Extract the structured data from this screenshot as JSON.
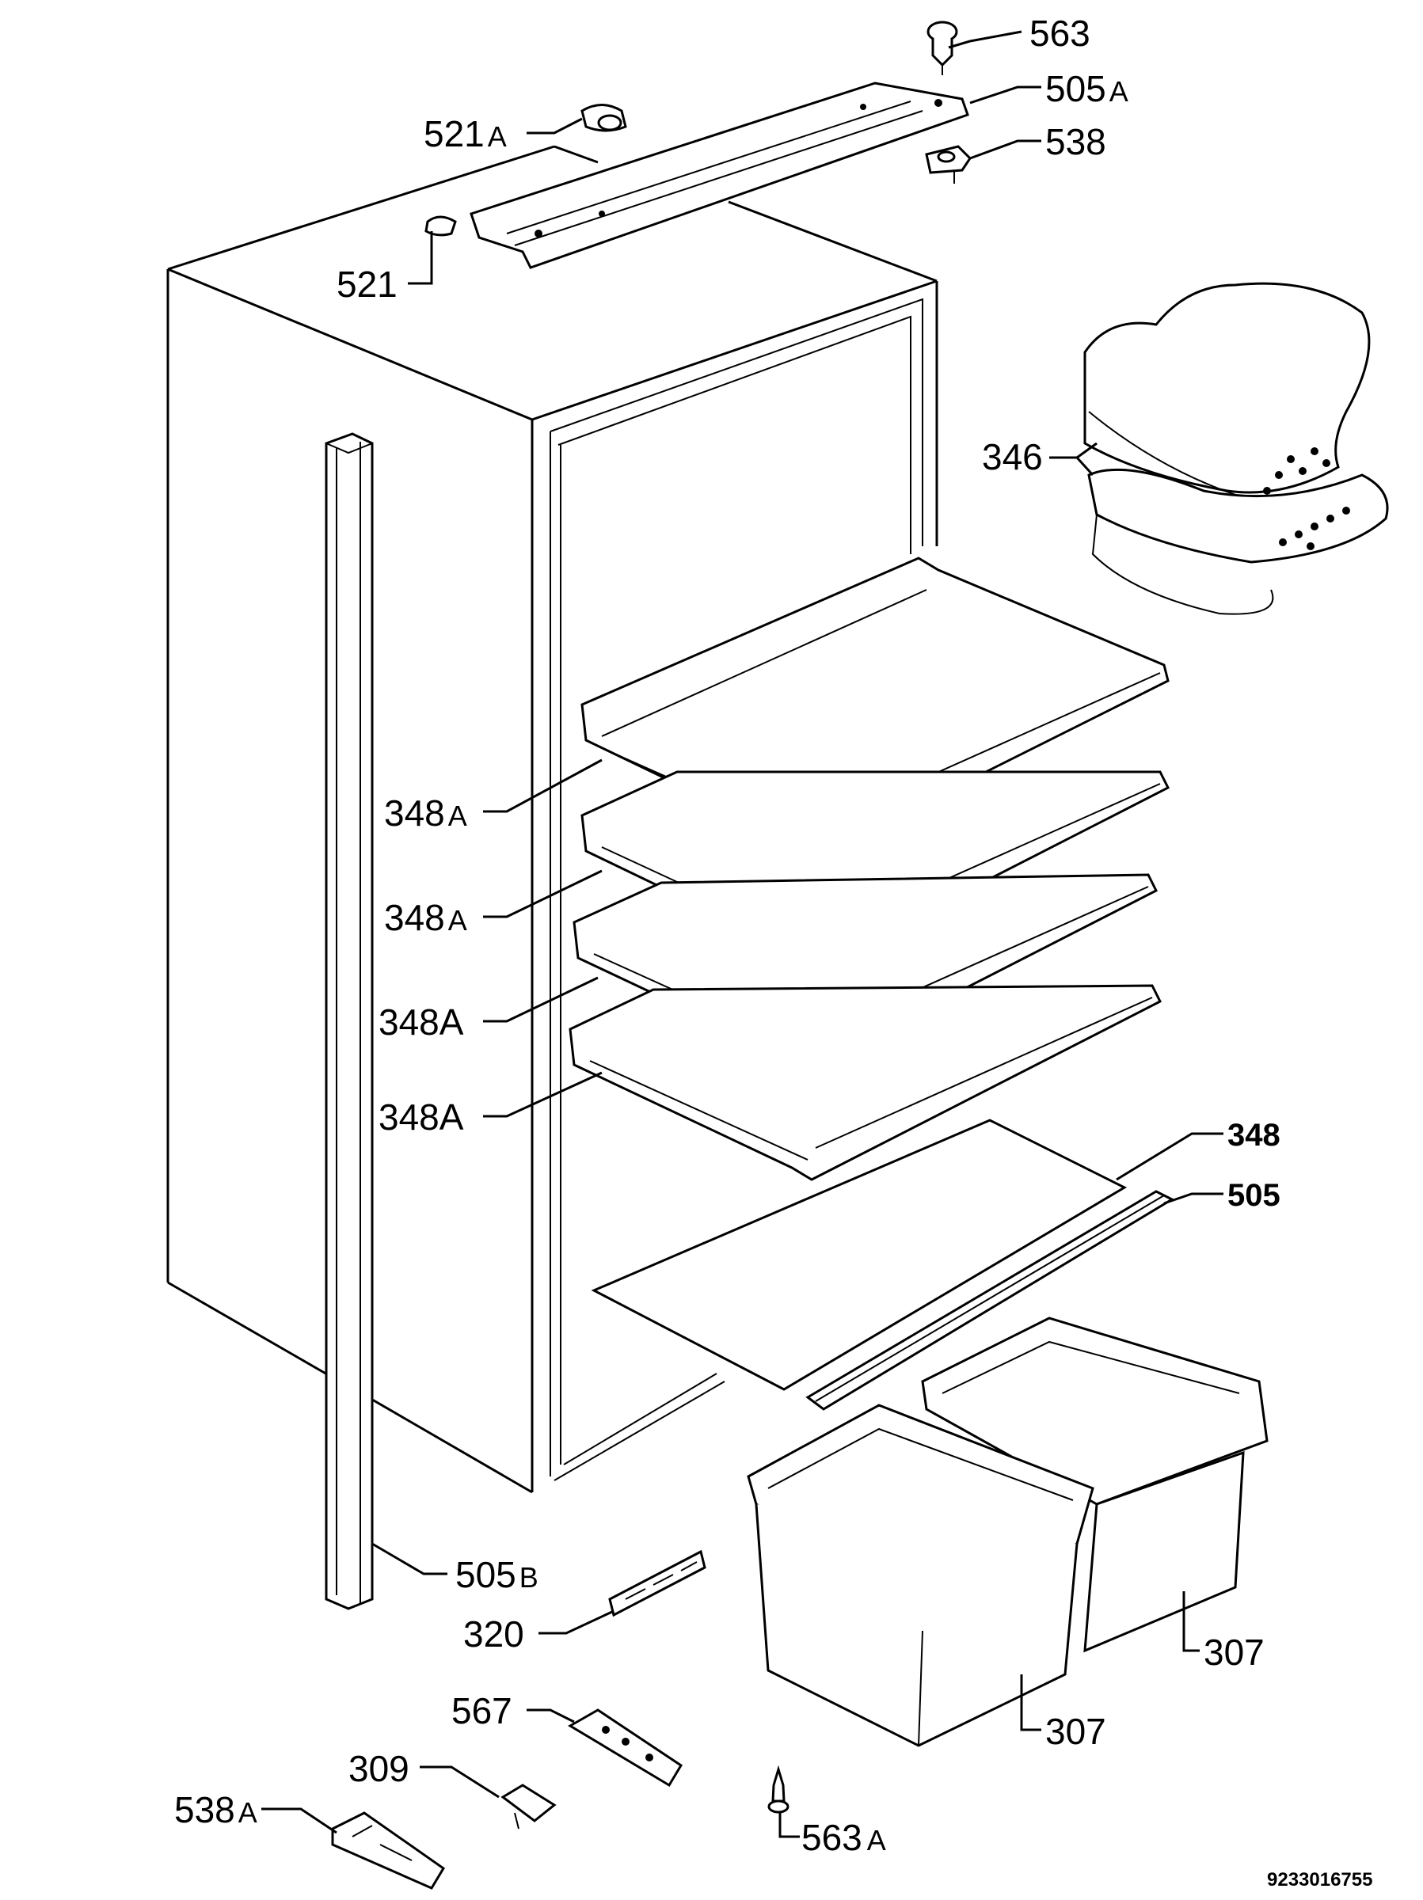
{
  "diagram": {
    "labels": {
      "p563": "563",
      "p505a": "505",
      "p505a_suffix": "A",
      "p521a": "521",
      "p521a_suffix": "A",
      "p538": "538",
      "p521": "521",
      "p346": "346",
      "p348a_1": "348",
      "p348a_1_suffix": "A",
      "p348a_2": "348",
      "p348a_2_suffix": "A",
      "p348a_3": "348A",
      "p348a_4": "348A",
      "p348": "348",
      "p505": "505",
      "p505b": "505",
      "p505b_suffix": "B",
      "p320": "320",
      "p307_right": "307",
      "p307_left": "307",
      "p567": "567",
      "p309": "309",
      "p538a": "538",
      "p538a_suffix": "A",
      "p563a": "563",
      "p563a_suffix": "A"
    },
    "drawing_code": "9233016755"
  }
}
